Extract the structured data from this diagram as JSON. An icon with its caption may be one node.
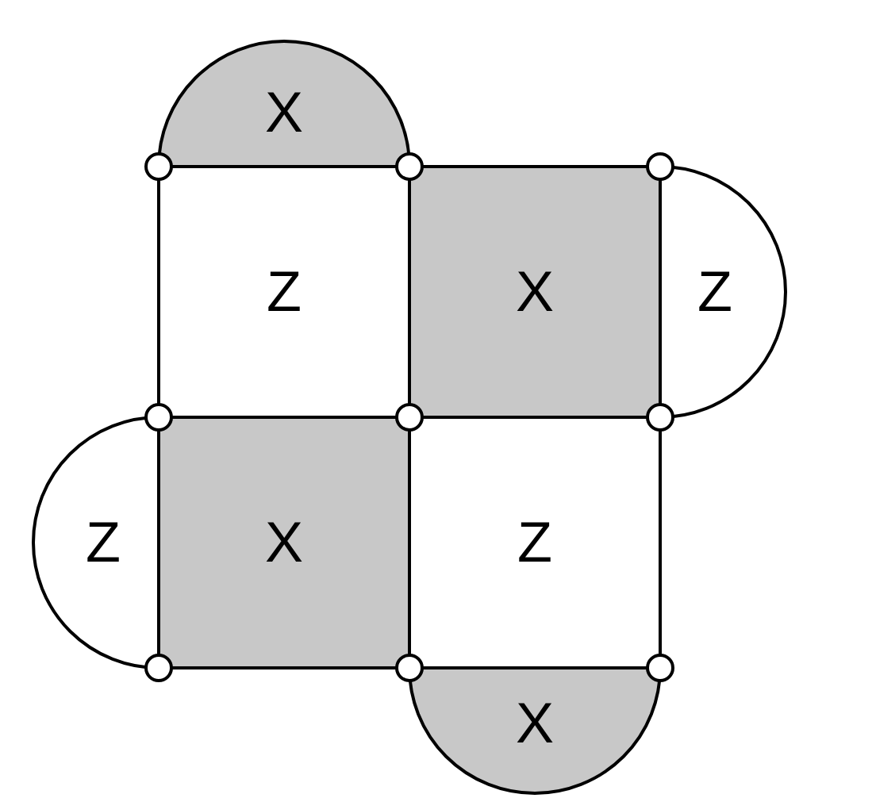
{
  "diagram": {
    "nodes": [
      {
        "text": [
          "X"
        ]
      },
      {
        "text": [
          "Z"
        ]
      },
      {
        "text": [
          "X"
        ]
      },
      {
        "text": [
          "Z"
        ]
      },
      {
        "text": [
          "Z"
        ]
      },
      {
        "text": [
          "X"
        ]
      },
      {
        "text": [
          "Z"
        ]
      },
      {
        "text": [
          "X"
        ]
      },
      {
        "text": [],
        "shape": "circle"
      },
      {
        "text": [],
        "shape": "circle"
      },
      {
        "text": [],
        "shape": "circle"
      },
      {
        "text": [],
        "shape": "circle"
      },
      {
        "text": [],
        "shape": "circle"
      },
      {
        "text": [],
        "shape": "circle"
      },
      {
        "text": [],
        "shape": "circle"
      },
      {
        "text": [],
        "shape": "circle"
      },
      {
        "text": [],
        "shape": "circle"
      }
    ]
  }
}
